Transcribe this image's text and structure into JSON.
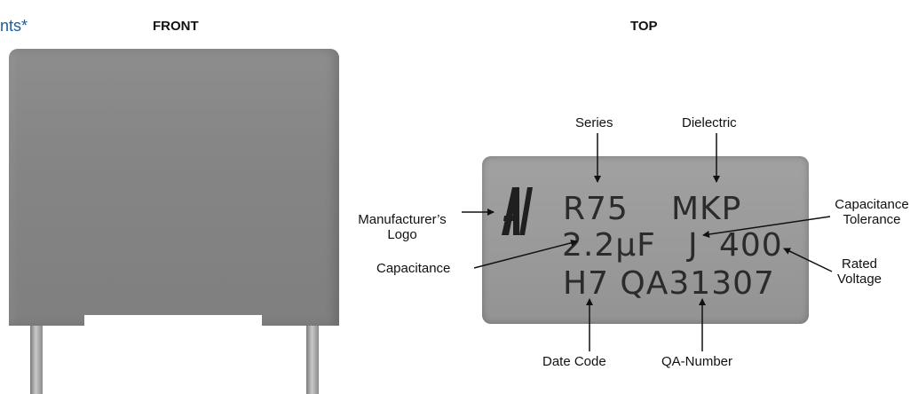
{
  "corner_text": "nts*",
  "sections": {
    "front": "FRONT",
    "top": "TOP"
  },
  "markings": {
    "row1_series": "R75",
    "row1_dielectric": "MKP",
    "row2_capacitance": "2.2µF",
    "row2_tolerance": "J",
    "row2_voltage": "400",
    "row3": "H7 QA31307"
  },
  "labels": {
    "series": "Series",
    "dielectric": "Dielectric",
    "capacitance_tolerance_line1": "Capacitance",
    "capacitance_tolerance_line2": "Tolerance",
    "manufacturer_line1": "Manufacturer’s",
    "manufacturer_line2": "Logo",
    "capacitance": "Capacitance",
    "rated_voltage_line1": "Rated",
    "rated_voltage_line2": "Voltage",
    "date_code": "Date Code",
    "qa_number": "QA-Number"
  },
  "colors": {
    "accent": "#1f5a9c",
    "body_gray": "#999999",
    "marking": "#2b2b2b"
  }
}
